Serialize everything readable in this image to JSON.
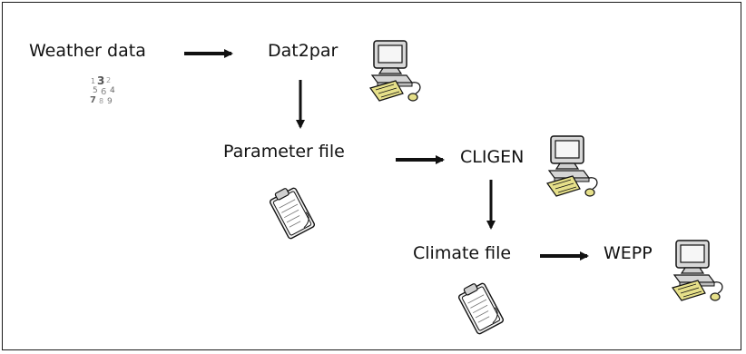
{
  "nodes": {
    "weather_data": "Weather data",
    "dat2par": "Dat2par",
    "parameter_file": "Parameter file",
    "cligen": "CLIGEN",
    "climate_file": "Climate file",
    "wepp": "WEPP"
  },
  "icons": {
    "numbers": "numbers-clipart-icon",
    "computer": "computer-clipart-icon",
    "clipboard": "clipboard-clipart-icon"
  },
  "colors": {
    "stroke": "#111111",
    "icon_fill": "#d8d8d8",
    "icon_accent": "#e6e08a"
  }
}
